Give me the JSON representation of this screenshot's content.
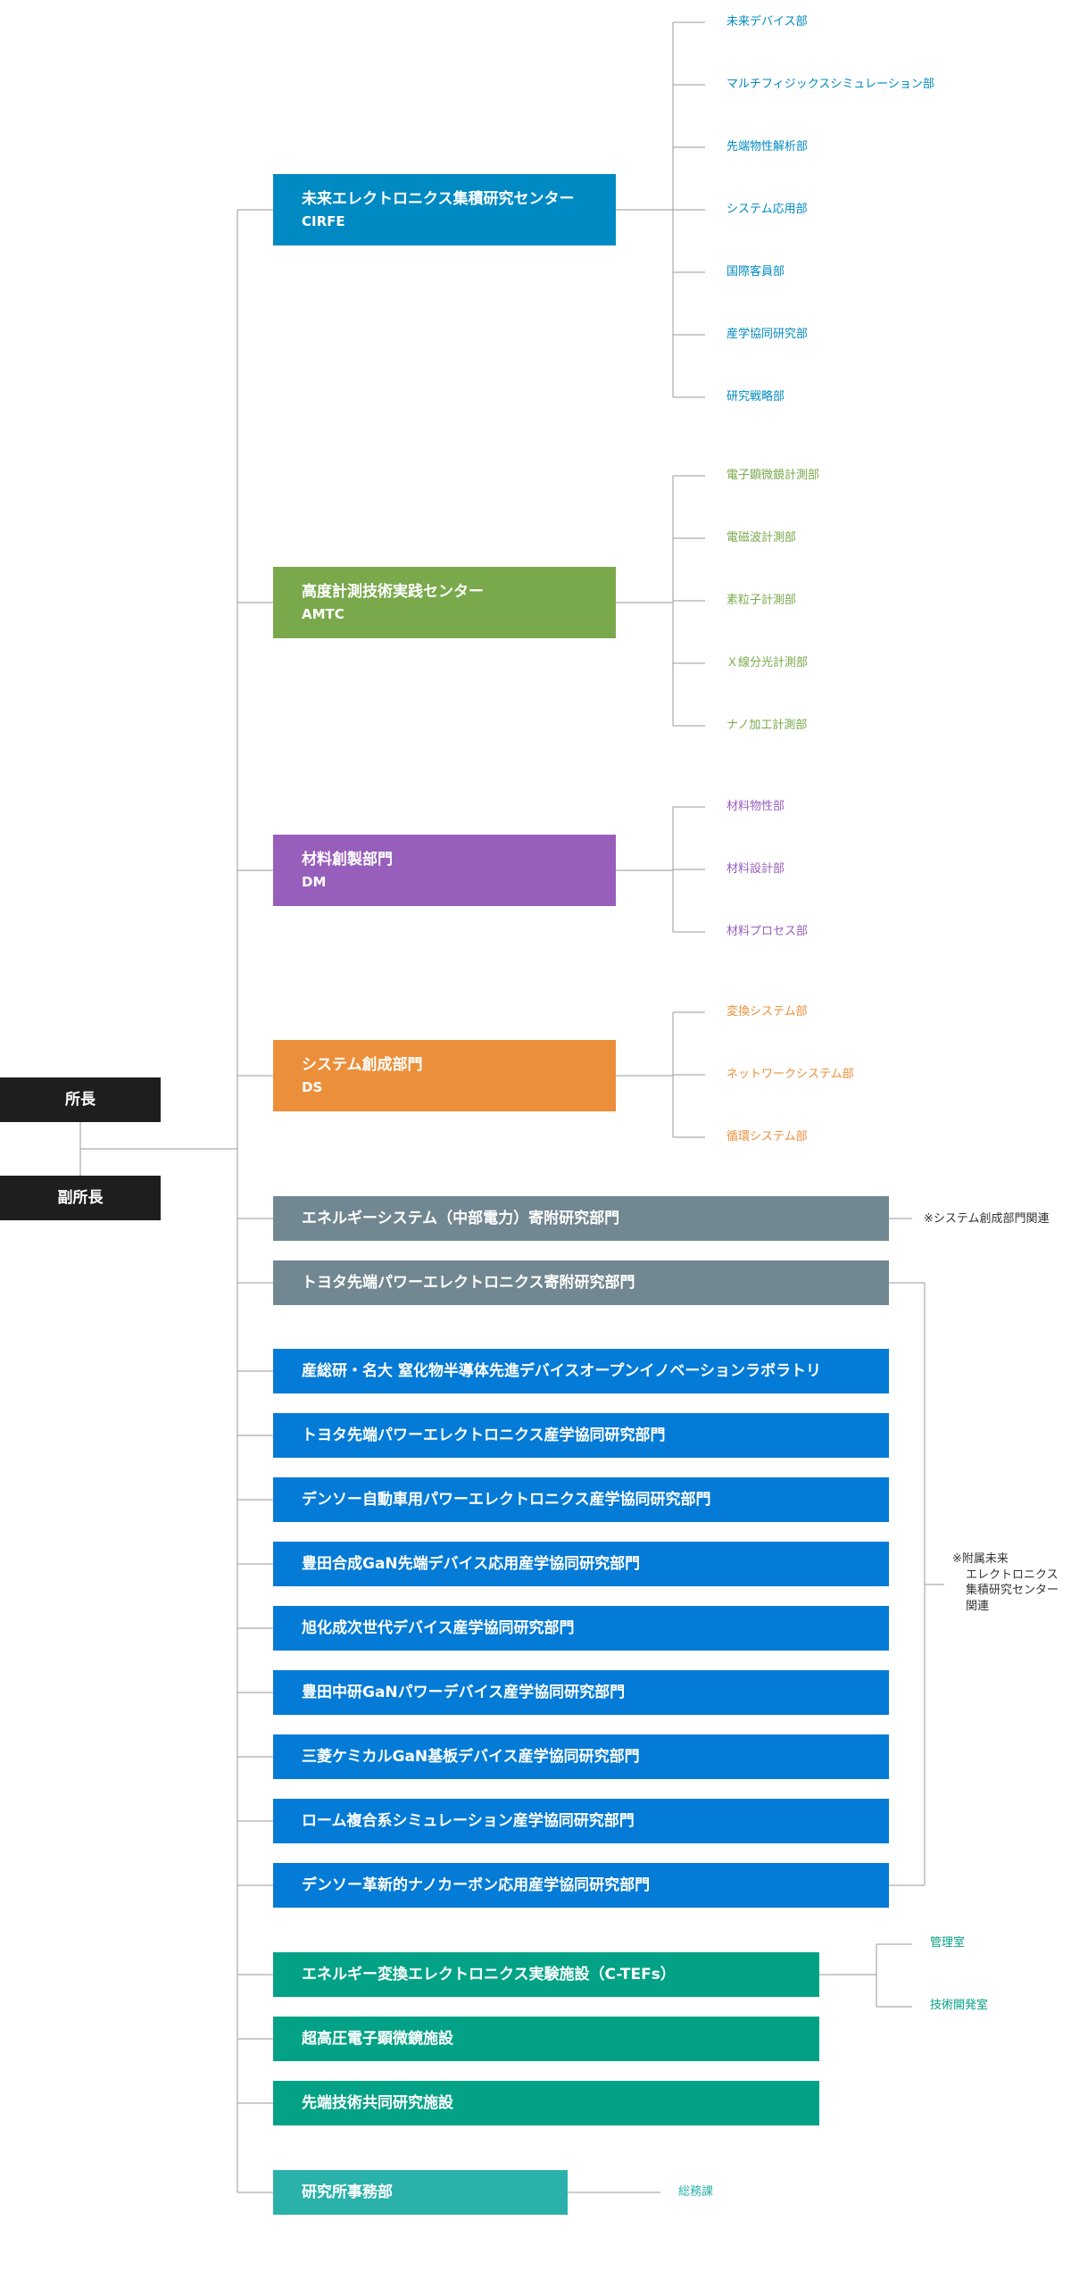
{
  "leaders": {
    "director": "所長",
    "vice_director": "副所長"
  },
  "centers": [
    {
      "name": "未来エレクトロニクス集積研究センター",
      "abbr": "CIRFE",
      "color": "#008ac3",
      "departments": [
        "未来デバイス部",
        "マルチフィジックスシミュレーション部",
        "先端物性解析部",
        "システム応用部",
        "国際客員部",
        "産学協同研究部",
        "研究戦略部"
      ]
    },
    {
      "name": "高度計測技術実践センター",
      "abbr": "AMTC",
      "color": "#79a94b",
      "departments": [
        "電子顕微鏡計測部",
        "電磁波計測部",
        "素粒子計測部",
        "Ｘ線分光計測部",
        "ナノ加工計測部"
      ]
    },
    {
      "name": "材料創製部門",
      "abbr": "DM",
      "color": "#985ebb",
      "departments": [
        "材料物性部",
        "材料設計部",
        "材料プロセス部"
      ]
    },
    {
      "name": "システム創成部門",
      "abbr": "DS",
      "color": "#ec8f3a",
      "departments": [
        "変換システム部",
        "ネットワークシステム部",
        "循環システム部"
      ]
    }
  ],
  "endowed": {
    "color": "#718791",
    "energy": "エネルギーシステム（中部電力）寄附研究部門",
    "energy_note": "※システム創成部門関連",
    "toyota": "トヨタ先端パワーエレクトロニクス寄附研究部門"
  },
  "industry": {
    "color": "#047bd6",
    "items": [
      "産総研・名大 窒化物半導体先進デバイスオープンイノベーションラボラトリ",
      "トヨタ先端パワーエレクトロニクス産学協同研究部門",
      "デンソー自動車用パワーエレクトロニクス産学協同研究部門",
      "豊田合成GaN先端デバイス応用産学協同研究部門",
      "旭化成次世代デバイス産学協同研究部門",
      "豊田中研GaNパワーデバイス産学協同研究部門",
      "三菱ケミカルGaN基板デバイス産学協同研究部門",
      "ローム複合系シミュレーション産学協同研究部門",
      "デンソー革新的ナノカーボン応用産学協同研究部門"
    ],
    "note": [
      "※附属未来",
      "エレクトロニクス",
      "集積研究センター",
      "関連"
    ]
  },
  "facilities": {
    "color": "#03a286",
    "items": [
      "エネルギー変換エレクトロニクス実験施設（C-TEFs）",
      "超高圧電子顕微鏡施設",
      "先端技術共同研究施設"
    ],
    "ctefs_subs": [
      "管理室",
      "技術開発室"
    ]
  },
  "office": {
    "color": "#2ab2aa",
    "name": "研究所事務部",
    "sub": "総務課"
  },
  "line_color": "#9a9a9a",
  "leader_color": "#1e1e1e"
}
